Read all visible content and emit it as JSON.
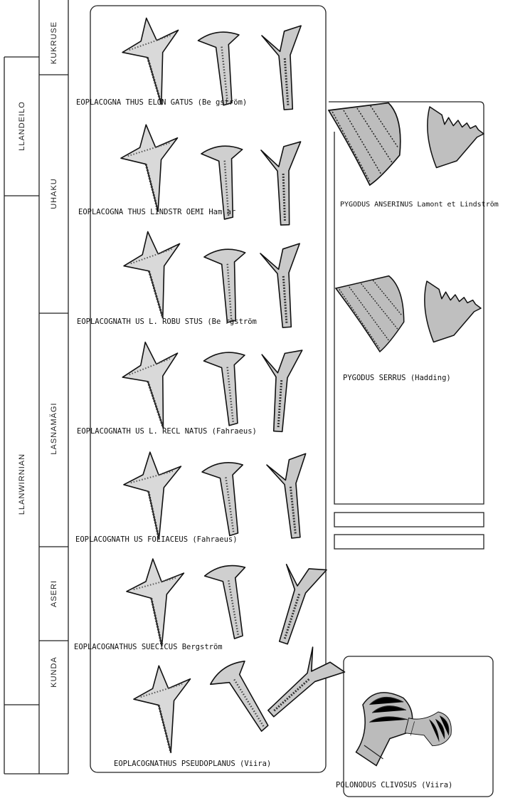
{
  "stratigraphy": {
    "series": [
      {
        "key": "llandeilo",
        "label": "LLANDEILO"
      },
      {
        "key": "llanwirnian",
        "label": "LLANWIRNIAN"
      }
    ],
    "stages": [
      {
        "key": "kukruse",
        "label": "KUKRUSE"
      },
      {
        "key": "uhaku",
        "label": "UHAKU"
      },
      {
        "key": "lasnamagi",
        "label": "LASNAMÄGI"
      },
      {
        "key": "aseri",
        "label": "ASERI"
      },
      {
        "key": "kunda",
        "label": "KUNDA"
      }
    ]
  },
  "species": {
    "elongatus": "EOPLACOGNA THUS ELON GATUS (Be gström)",
    "lindstroemi": "EOPLACOGNA THUS LINDSTR OEMI Ham ar",
    "robustus": "EOPLACOGNATH US L. ROBU STUS (Be rgström",
    "reclinatus": "EOPLACOGNATH US L. RECL NATUS (Fahraeus)",
    "foliaceus": "EOPLACOGNATH US FOLIACEUS (Fahraeus)",
    "suecicus": "EOPLACOGNATHUS SUECICUS Bergström",
    "pseudoplanus": "EOPLACOGNATHUS PSEUDOPLANUS (Viira)",
    "anserinus": "PYGODUS ANSERINUS Lamont et Lindström",
    "serrus": "PYGODUS SERRUS (Hadding)",
    "clivosus": "POLONODUS CLIVOSUS (Viira)"
  }
}
